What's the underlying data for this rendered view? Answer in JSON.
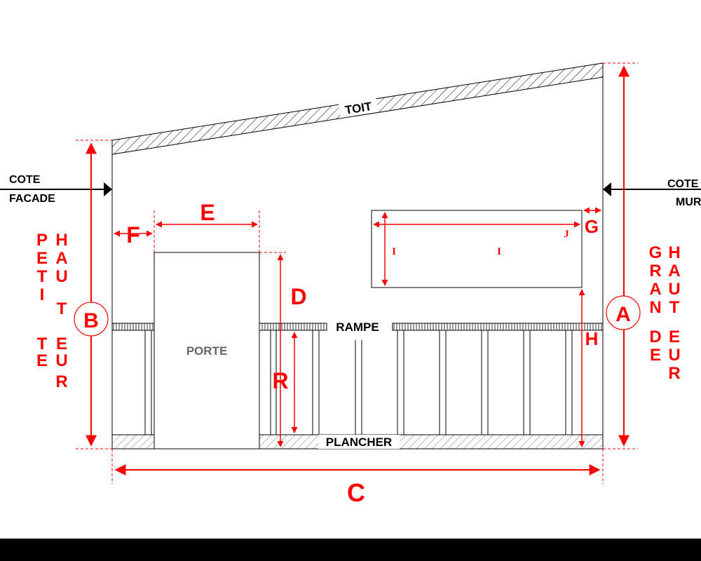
{
  "labels": {
    "roof": "TOIT",
    "ramp": "RAMPE",
    "floor": "PLANCHER",
    "door": "PORTE",
    "facade_side_line1": "COTE",
    "facade_side_line2": "FACADE",
    "wall_side_line1": "COTE",
    "wall_side_line2": "MUR"
  },
  "dimensions": {
    "A": "A",
    "B": "B",
    "C": "C",
    "D": "D",
    "E": "E",
    "F": "F",
    "G": "G",
    "H": "H",
    "I_vertical": "I",
    "I_horizontal": "I",
    "J": "J",
    "R": "R"
  },
  "vertical_words": {
    "petite": [
      "P",
      "E",
      "T",
      "I",
      "T",
      "E"
    ],
    "hauteur_left": [
      "H",
      "A",
      "U",
      "T",
      "E",
      "U",
      "R"
    ],
    "grande": [
      "G",
      "R",
      "A",
      "N",
      "D",
      "E"
    ],
    "hauteur_right": [
      "H",
      "A",
      "U",
      "T",
      "E",
      "U",
      "R"
    ]
  },
  "colors": {
    "dimension": "#ff0000",
    "outline": "#000000",
    "door_text": "#666666",
    "footer_bar": "#000000"
  }
}
